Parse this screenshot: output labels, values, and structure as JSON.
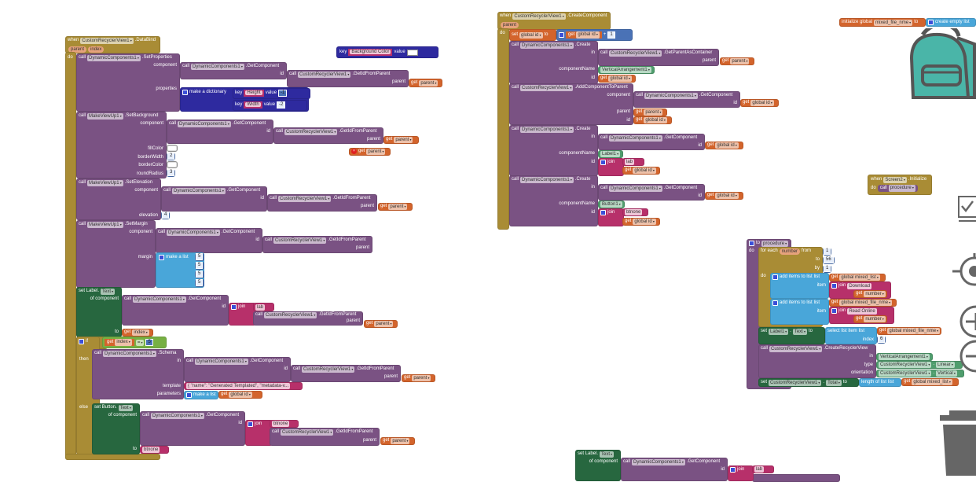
{
  "kw": {
    "when": "when",
    "do": "do",
    "call": "call",
    "get": "get",
    "set": "set",
    "to": "to",
    "id": "id",
    "in": "in",
    "parent": "parent",
    "index": "index",
    "component": "component",
    "componentName": "componentName",
    "join": "join",
    "make_list": "make a list",
    "make_dict": "make a dictionary",
    "of_component": "of component",
    "key": "key",
    "value": "value",
    "if": "if",
    "then": "then",
    "else": "else",
    "item": "item",
    "list": "list",
    "from": "from",
    "by": "by",
    "properties": "properties",
    "template": "template",
    "parameters": "parameters",
    "margin": "margin",
    "elevation": "elevation",
    "fillColor": "fillColor",
    "borderWidth": "borderWidth",
    "borderColor": "borderColor",
    "roundRadius": "roundRadius",
    "type": "type",
    "orientation": "orientation",
    "eq": "=",
    "plus": "+"
  },
  "comp": {
    "dc": "DynamicComponents1",
    "crv": "CustomRecyclerView1",
    "mvu": "MakeViewUp1",
    "label1": "Label1",
    "button1": "Button1",
    "va": "VerticalArrangement1",
    "screen": "Screen2",
    "text": "Text",
    "total": "Total",
    "linear": "Linear",
    "vertical": "Vertical"
  },
  "m": {
    "databind": ".DataBind",
    "create_comp": ".CreateComponent",
    "setprops": ".SetProperties",
    "getcomp": ".GetComponent",
    "getid": ".GetIdFromParent",
    "setbg": ".SetBackground",
    "setelev": ".SetElevation",
    "setmargin": ".SetMargin",
    "schema": ".Schema",
    "create": ".Create",
    "getparent": ".GetParentAsContainer",
    "addcomp": ".AddComponentToParent",
    "initialize": ".Initialize",
    "createrv": ".CreateRecyclerView"
  },
  "vars": {
    "global_id": "global id",
    "mixed_list": "global mixed_list",
    "mixed_file": "global mixed_file_nme",
    "mixed_file_name": "mixed_file_nme",
    "number": "number",
    "procedure": "procedure"
  },
  "str": {
    "bgcolor": "Background Color",
    "height": "Height",
    "width": "Width",
    "lab": "lab",
    "btnone": "btnone",
    "template": "{   \"name\": \"Generated Templated\",   \"metadata-v...",
    "download": "Download",
    "read_online": "Read Online"
  },
  "num": {
    "neg1": "-1",
    "neg2": "-2",
    "two": "2",
    "three": "3",
    "four": "4",
    "five": "5",
    "one": "1",
    "fiftysix": "56",
    "six": "6"
  },
  "labels": {
    "set_label": "set Label.",
    "set_button": "set Button.",
    "initialize_global": "initialize global",
    "create_empty_list": "create empty list",
    "to_procedure": "to",
    "for_each": "for each",
    "add_items": "add items to list",
    "select_item": "select list item",
    "length": "length of list",
    "label_prefix": "Label1",
    "dot": "."
  },
  "colors": {
    "event": "#a98c35",
    "call": "#7a5283",
    "variable": "#d3642c",
    "math": "#4a72b6",
    "list": "#49a6d9",
    "text": "#b7306a",
    "setter": "#27673f",
    "component": "#4f9d6d",
    "dictionary": "#2e2a9f",
    "logic": "#77b043"
  }
}
